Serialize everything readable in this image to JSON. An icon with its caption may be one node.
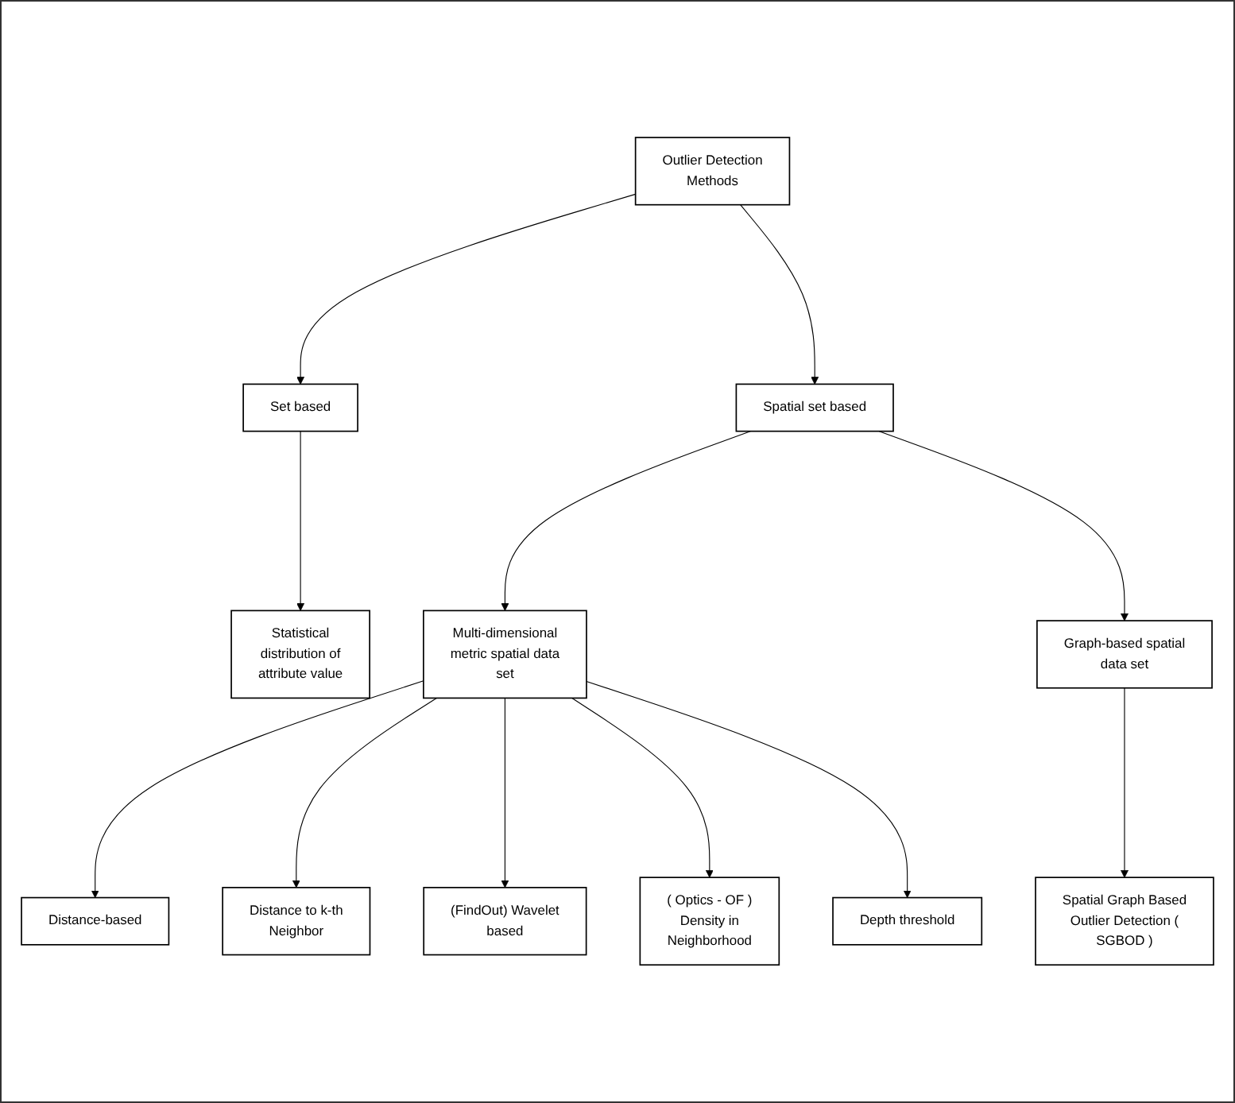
{
  "diagram": {
    "nodes": [
      {
        "text": [
          "Outlier Detection Methods"
        ]
      },
      {
        "text": [
          "Set based"
        ]
      },
      {
        "text": [
          "Spatial set based"
        ]
      },
      {
        "text": [
          "Statistical distribution of attribute value"
        ]
      },
      {
        "text": [
          "Multi-dimensional metric spatial data set"
        ]
      },
      {
        "text": [
          "Graph-based spatial data set"
        ]
      },
      {
        "text": [
          "Distance-based"
        ]
      },
      {
        "text": [
          "(FindOut) Wavelet based"
        ]
      },
      {
        "text": [
          "Depth threshold"
        ]
      },
      {
        "text": [
          "Spatial Graph Based Outlier Detection ( SGBOD )"
        ]
      },
      {
        "text": [
          "Distance to k-th Neighbor"
        ]
      },
      {
        "text": [
          "( Optics - OF ) Density in Neighborhood"
        ]
      }
    ],
    "edges": [
      {
        "from": 0,
        "to": 1,
        "arrow": "to"
      },
      {
        "from": 0,
        "to": 2,
        "arrow": "to"
      },
      {
        "from": 1,
        "to": 3,
        "arrow": "to"
      },
      {
        "from": 2,
        "to": 4,
        "arrow": "to"
      },
      {
        "from": 2,
        "to": 5,
        "arrow": "to"
      },
      {
        "from": 4,
        "to": 6,
        "arrow": "to"
      },
      {
        "from": 4,
        "to": 10,
        "arrow": "to"
      },
      {
        "from": 4,
        "to": 7,
        "arrow": "to"
      },
      {
        "from": 4,
        "to": 11,
        "arrow": "to"
      },
      {
        "from": 4,
        "to": 8,
        "arrow": "to"
      },
      {
        "from": 5,
        "to": 9,
        "arrow": "to"
      }
    ]
  }
}
